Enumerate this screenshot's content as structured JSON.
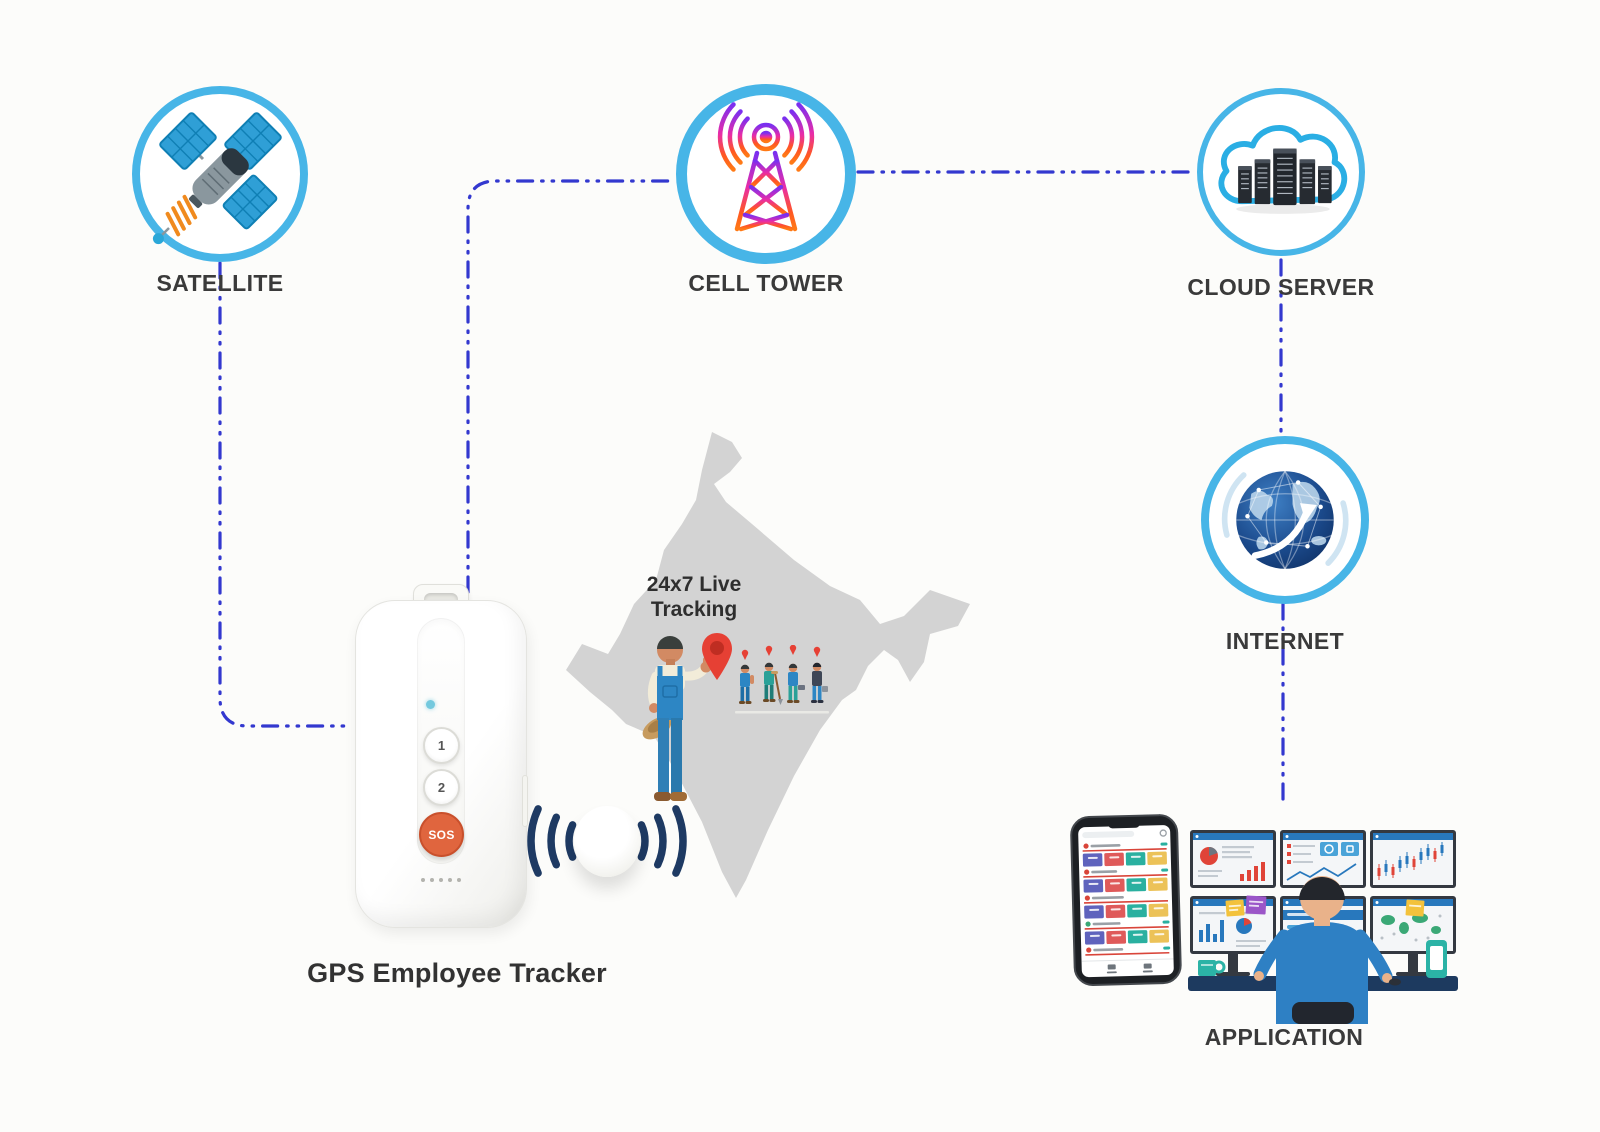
{
  "nodes": {
    "satellite": {
      "label": "SATELLITE",
      "icon": "satellite-icon"
    },
    "cell_tower": {
      "label": "CELL TOWER",
      "icon": "cell-tower-icon"
    },
    "cloud_server": {
      "label": "CLOUD SERVER",
      "icon": "cloud-server-icon"
    },
    "internet": {
      "label": "INTERNET",
      "icon": "internet-globe-icon"
    },
    "application": {
      "label": "APPLICATION",
      "icon": "application-workstation-illustration"
    }
  },
  "tracker": {
    "label": "GPS Employee Tracker",
    "button_1_label": "1",
    "button_2_label": "2",
    "sos_label": "SOS",
    "icon": "gps-tracker-device"
  },
  "map": {
    "caption_line1": "24x7 Live",
    "caption_line2": "Tracking",
    "icons": [
      "india-map-silhouette",
      "location-pin-icon",
      "worker-figure",
      "workers-group",
      "beacon-disc",
      "signal-waves-icon"
    ]
  },
  "colors": {
    "page-bg": "#fcfcfa",
    "circle-border": "#47b5e7",
    "connector": "#3338cf",
    "label-color": "#3a3a3a",
    "tracker-label-color": "#323232",
    "map-fill": "#d3d3d3",
    "sos-orange": "#e0653e",
    "pin-red": "#e64034",
    "wave-navy": "#1e3a63"
  }
}
